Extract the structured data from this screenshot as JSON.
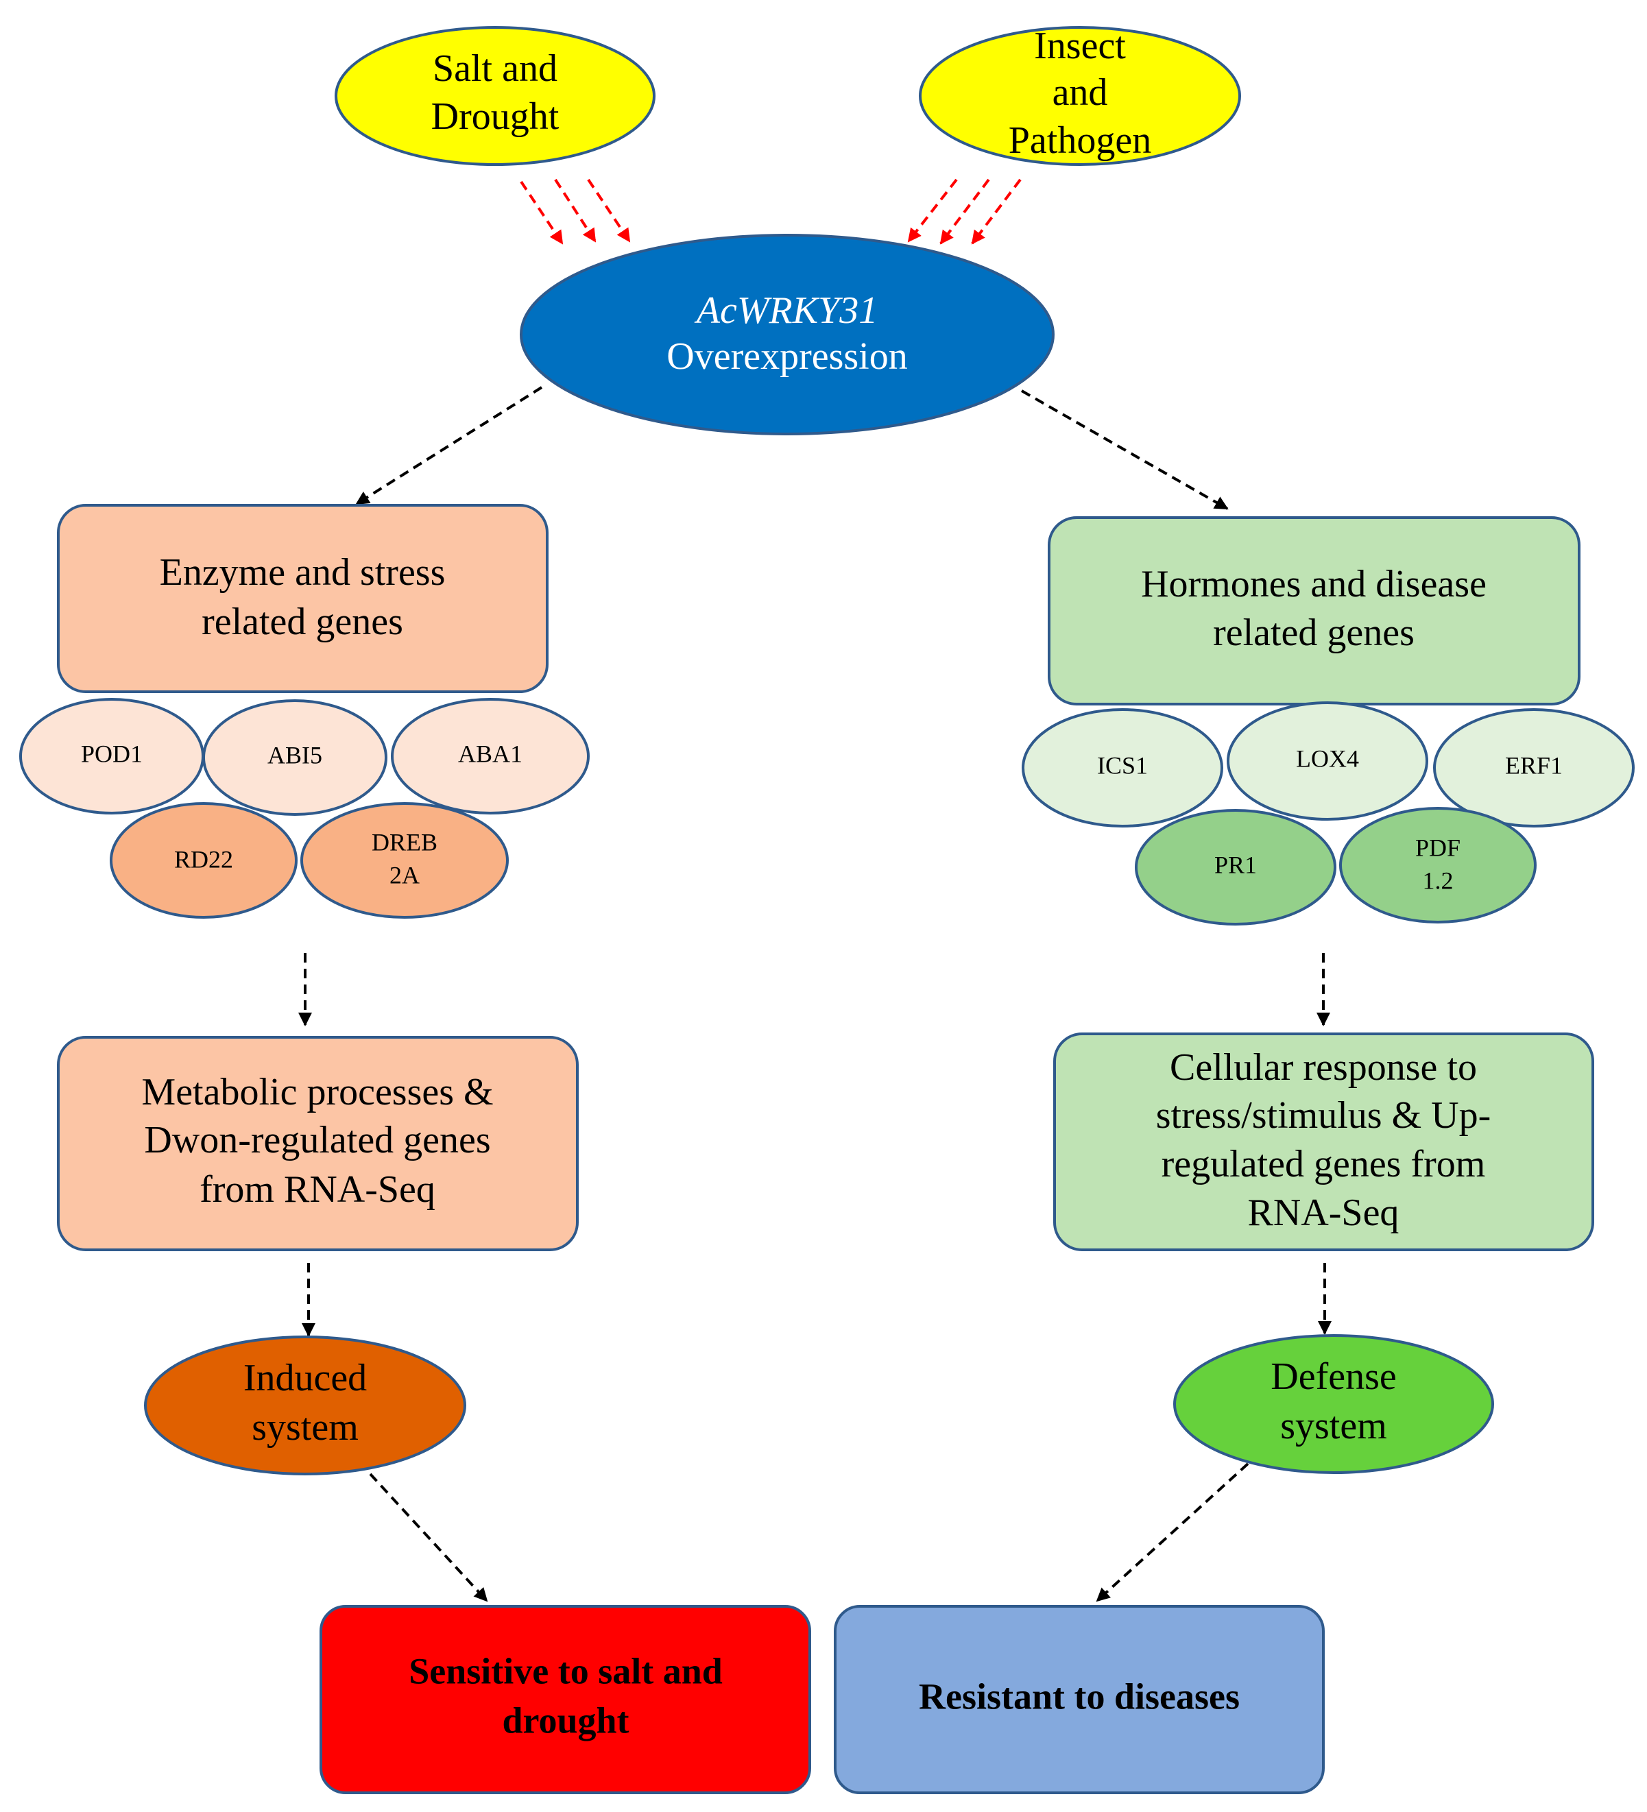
{
  "colors": {
    "stress_fill": "#ffff00",
    "core_fill": "#0070c0",
    "left_box_fill": "#fcc5a5",
    "left_gene_light": "#fde4d6",
    "left_gene_dark": "#f9b185",
    "right_box_fill": "#bfe3b4",
    "right_gene_light": "#e2f1dc",
    "right_gene_dark": "#94d08a",
    "induced_fill": "#e06000",
    "defense_fill": "#66d13c",
    "sensitive_fill": "#ff0000",
    "resistant_fill": "#84a9dd",
    "outline": "#2f5a8c",
    "red_arrow": "#ff0000",
    "black_arrow": "#000000"
  },
  "stressors": [
    {
      "lines": [
        "Salt and",
        "Drought"
      ]
    },
    {
      "lines": [
        "Insect",
        "and",
        "Pathogen"
      ]
    }
  ],
  "core": {
    "gene": "AcWRKY31",
    "label": "Overexpression"
  },
  "left": {
    "box_lines": [
      "Enzyme and stress",
      "related genes"
    ],
    "genes_top": [
      "POD1",
      "ABI5",
      "ABA1"
    ],
    "genes_bottom": [
      [
        "RD22"
      ],
      [
        "DREB",
        "2A"
      ]
    ],
    "process_lines": [
      "Metabolic processes &",
      "Dwon-regulated  genes",
      "from RNA-Seq"
    ],
    "system_lines": [
      "Induced",
      "system"
    ],
    "outcome_lines": [
      "Sensitive to salt and",
      "drought"
    ]
  },
  "right": {
    "box_lines": [
      "Hormones and disease",
      "related genes"
    ],
    "genes_top": [
      "ICS1",
      "LOX4",
      "ERF1"
    ],
    "genes_bottom": [
      [
        "PR1"
      ],
      [
        "PDF",
        "1.2"
      ]
    ],
    "process_lines": [
      "Cellular response to",
      "stress/stimulus & Up-",
      "regulated  genes from",
      "RNA-Seq"
    ],
    "system_lines": [
      "Defense",
      "system"
    ],
    "outcome_lines": [
      "Resistant to diseases"
    ]
  }
}
